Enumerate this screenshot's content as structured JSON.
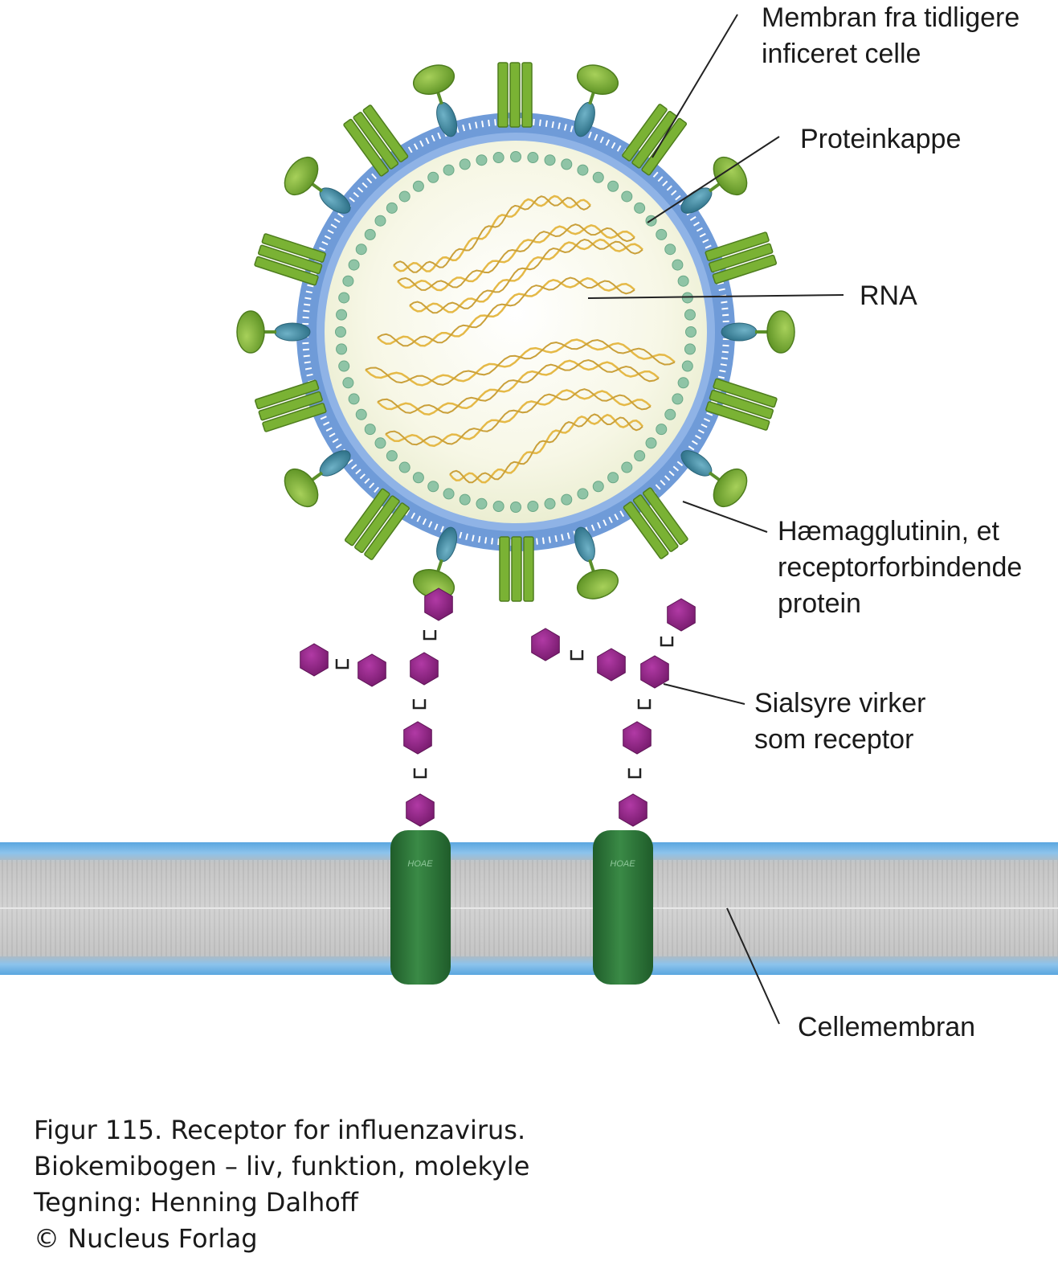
{
  "labels": {
    "membrane_virus": [
      "Membran fra tidligere",
      "inficeret celle"
    ],
    "protein_coat": [
      "Proteinkappe"
    ],
    "rna": [
      "RNA"
    ],
    "hemagglutinin": [
      "Hæmagglutinin, et",
      "receptorforbindende",
      "protein"
    ],
    "sialic_acid": [
      "Sialsyre virker",
      "som receptor"
    ],
    "cell_membrane": [
      "Cellemembran"
    ]
  },
  "caption": {
    "line1": "Figur 115. Receptor for influenzavirus.",
    "line2": "Biokemibogen – liv, funktion, molekyle",
    "line3": "Tegning: Henning Dalhoff",
    "line4": "© Nucleus Forlag"
  },
  "colors": {
    "spike_green": "#7ab234",
    "spike_dark_green": "#4e7d1e",
    "stalk_teal": "#3f8aa3",
    "membrane_blue": "#7aa7e0",
    "capsid_dot": "#8fc4a6",
    "interior": "#f7f7e4",
    "rna_gold": "#e5b947",
    "sialic_purple": "#8c1f82",
    "receptor_green": "#2f7a3c",
    "cell_membrane_blue": "#5aa6df",
    "cell_membrane_grey": "#a6a6a6"
  }
}
